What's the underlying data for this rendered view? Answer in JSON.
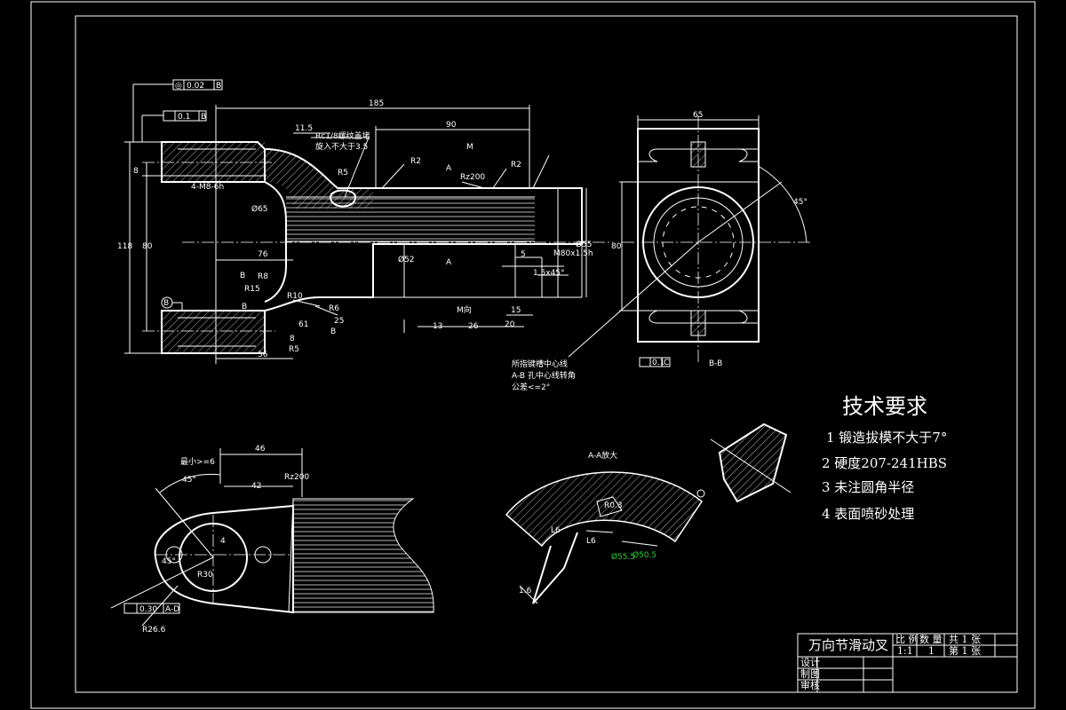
{
  "drawing": {
    "gdt": {
      "fcf1": "0.02",
      "fcf1_sym": "◎",
      "fcf1_datum": "B",
      "fcf2": "0.1",
      "fcf2_datum": "B",
      "fcf3": "0.1",
      "fcf3_datum": "C",
      "fcf4": "0.30",
      "fcf4_datum": "A-D"
    },
    "dims": {
      "d185": "185",
      "d90": "90",
      "d65": "65",
      "d11_5": "11.5",
      "d118": "118",
      "d80a": "80",
      "d80b": "80",
      "d76": "76",
      "d56": "56",
      "d8a": "8",
      "d8b": "8",
      "d61": "61",
      "d13": "13",
      "d26": "26",
      "d20": "20",
      "d15": "15",
      "d5": "5",
      "d25": "25",
      "d46": "46",
      "d42": "42",
      "d4": "4",
      "d45deg1": "45°",
      "d45deg2": "45°",
      "d45deg3": "45°",
      "phi65": "Ø65",
      "phi52": "Ø52",
      "phi55": "Ø55",
      "m80": "M80x1.5h",
      "m8": "4-M8-6h",
      "chamfer": "1.5x45°",
      "r2a": "R2",
      "r2b": "R2",
      "r5a": "R5",
      "r5b": "R5",
      "r6": "R6",
      "r8": "R8",
      "r10": "R10",
      "r15": "R15",
      "r30": "R30",
      "r26_6": "R26.6",
      "rz200a": "Rz200",
      "rz200b": "Rz200",
      "r0_3": "R0.3",
      "rc_note1": "Rc1/8螺纹盖堵",
      "rc_note2": "旋入不大于3.5",
      "min_note": "最小>=6",
      "l6a": "L6",
      "l6b": "L6",
      "l6c": "1.6",
      "g1": "Ø55.5",
      "g2": "Ø50.5"
    },
    "labels": {
      "a1": "A",
      "a2": "A",
      "b1": "B",
      "b2": "B",
      "b3": "B",
      "bcirc": "B",
      "m1": "M",
      "mdir": "M向",
      "section_bb": "B-B",
      "section_aa": "A-A放大"
    },
    "note_lines": [
      "所指键槽中心线",
      "A-B 孔中心线转角",
      "公差<=2°"
    ],
    "tech": {
      "title": "技术要求",
      "items": [
        "1  锻造拔模不大于7°",
        "2  硬度207-241HBS",
        "3  未注圆角半径",
        "4  表面喷砂处理"
      ]
    },
    "title_block": {
      "part_name": "万向节滑动叉",
      "scale_label": "比 例",
      "scale_value": "1:1",
      "qty_label": "数 量",
      "qty_value": "1",
      "sheets_total": "共  1  张",
      "sheet_no": "第  1  张",
      "row1": "设计",
      "row2": "制图",
      "row3": "审核"
    }
  }
}
